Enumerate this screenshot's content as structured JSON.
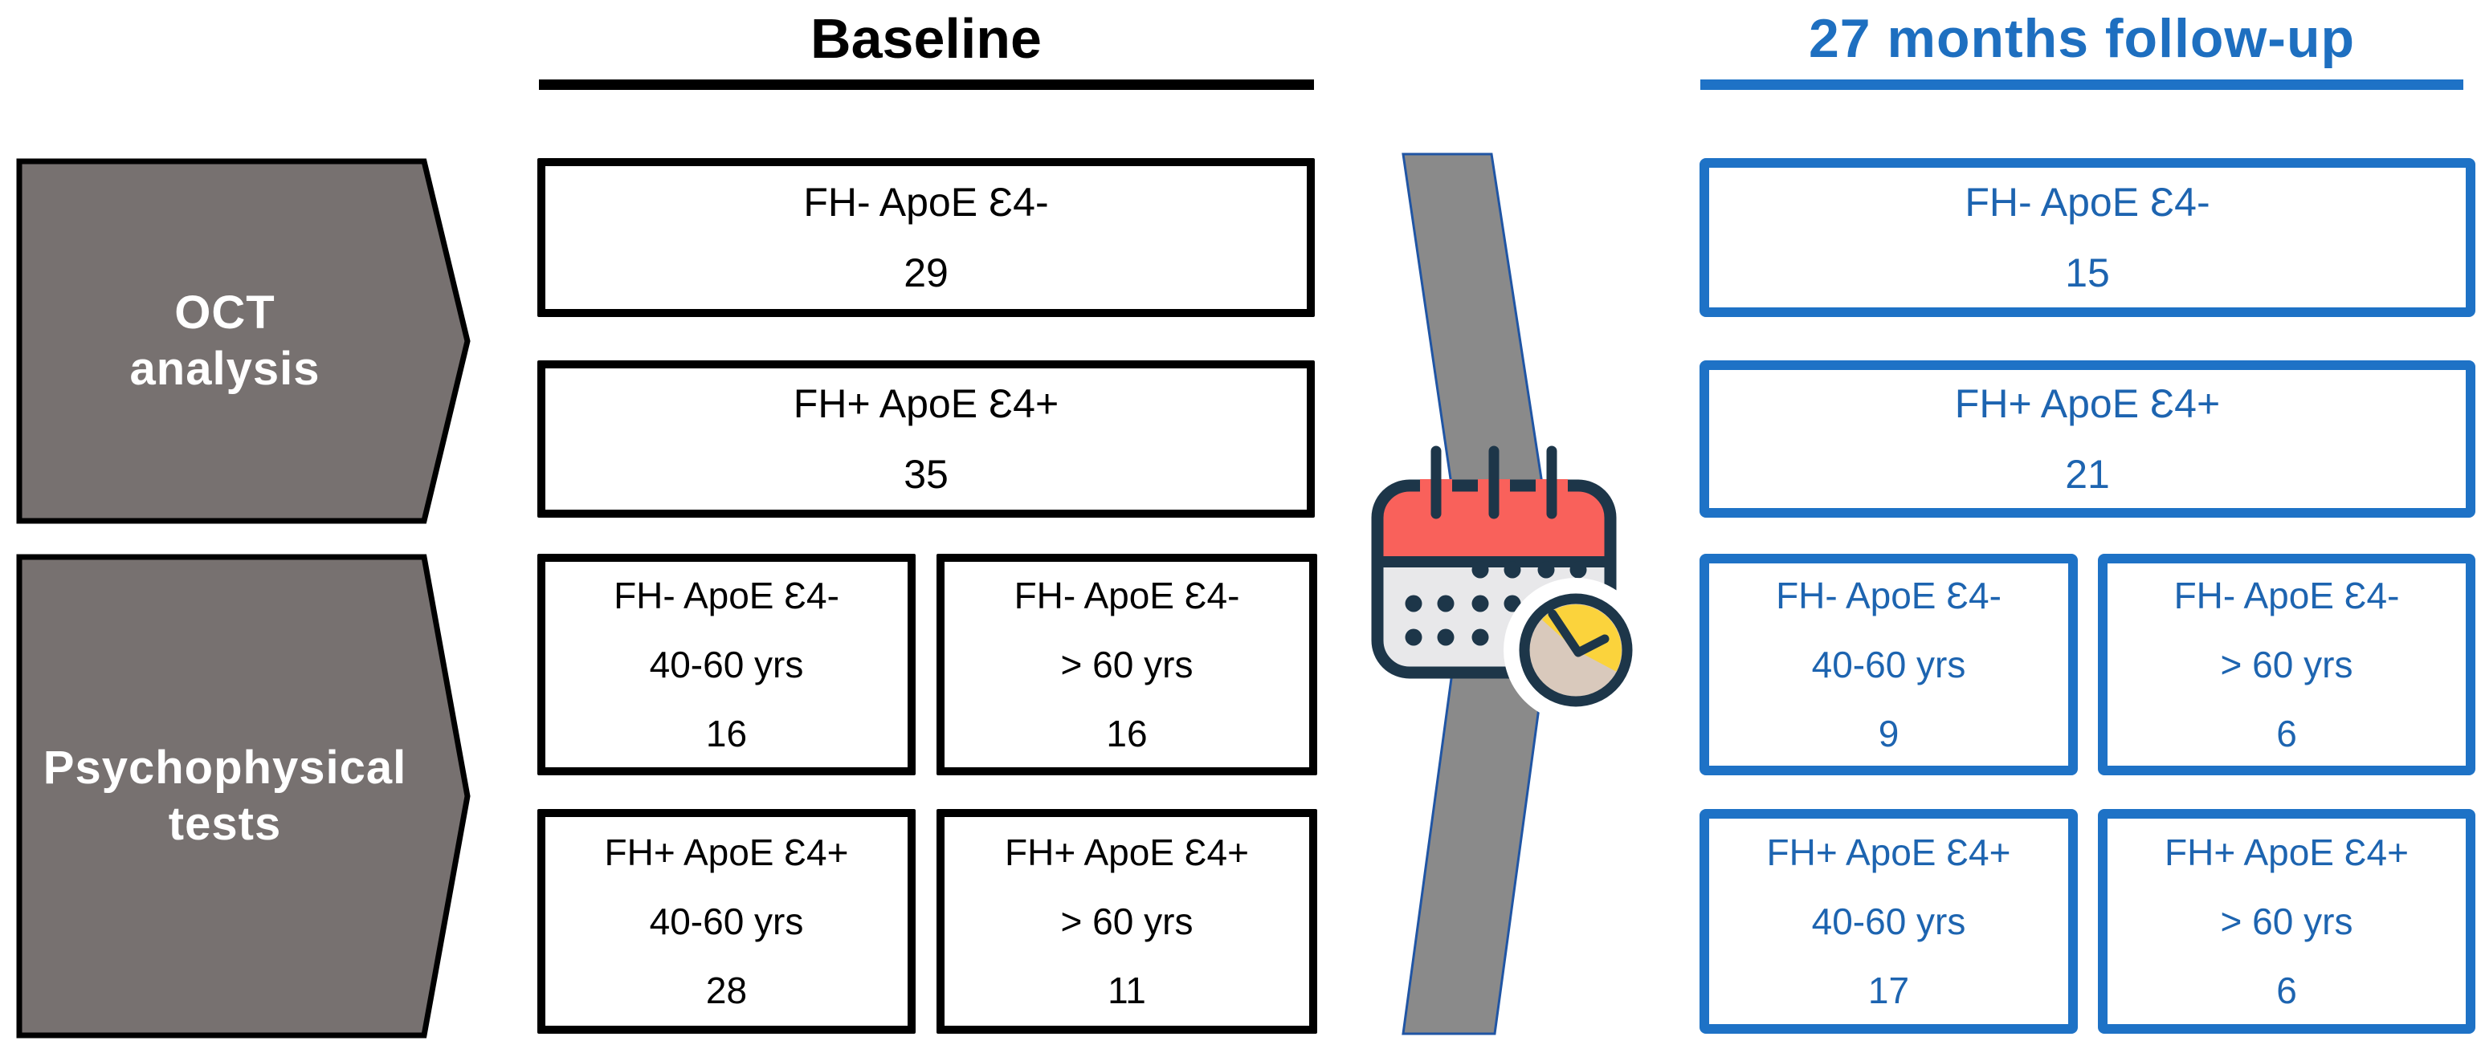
{
  "titles": {
    "baseline": "Baseline",
    "followup": "27 months follow-up"
  },
  "row_labels": {
    "oct": {
      "line1": "OCT",
      "line2": "analysis"
    },
    "psycho": {
      "line1": "Psychophysical",
      "line2": "tests"
    }
  },
  "baseline": {
    "oct": [
      {
        "group": "FH- ApoE Ɛ4-",
        "count": "29"
      },
      {
        "group": "FH+ ApoE Ɛ4+",
        "count": "35"
      }
    ],
    "psycho": [
      {
        "group": "FH- ApoE Ɛ4-",
        "age": "40-60 yrs",
        "count": "16"
      },
      {
        "group": "FH- ApoE Ɛ4-",
        "age": "> 60 yrs",
        "count": "16"
      },
      {
        "group": "FH+ ApoE Ɛ4+",
        "age": "40-60 yrs",
        "count": "28"
      },
      {
        "group": "FH+ ApoE Ɛ4+",
        "age": "> 60 yrs",
        "count": "11"
      }
    ]
  },
  "followup": {
    "oct": [
      {
        "group": "FH- ApoE Ɛ4-",
        "count": "15"
      },
      {
        "group": "FH+ ApoE Ɛ4+",
        "count": "21"
      }
    ],
    "psycho": [
      {
        "group": "FH- ApoE Ɛ4-",
        "age": "40-60 yrs",
        "count": "9"
      },
      {
        "group": "FH- ApoE Ɛ4-",
        "age": "> 60 yrs",
        "count": "6"
      },
      {
        "group": "FH+ ApoE Ɛ4+",
        "age": "40-60 yrs",
        "count": "17"
      },
      {
        "group": "FH+ ApoE Ɛ4+",
        "age": "> 60 yrs",
        "count": "6"
      }
    ]
  },
  "icons": {
    "timeline_band": "diagonal-gray-band",
    "timeline_icon": "calendar-clock-icon"
  },
  "colors": {
    "accent_blue_title": "#1E6FC0",
    "accent_blue_border": "#1E72C6",
    "accent_blue_text": "#1D64B0",
    "arrow_gray": "#777170",
    "band_gray": "#8A8A8A",
    "band_outline_blue": "#2055A4",
    "calendar_navy": "#1D3649",
    "calendar_red": "#F9615B",
    "calendar_body_gray": "#E8E8EA",
    "clock_yellow": "#FBD33C",
    "clock_tan": "#D9C9BC"
  }
}
